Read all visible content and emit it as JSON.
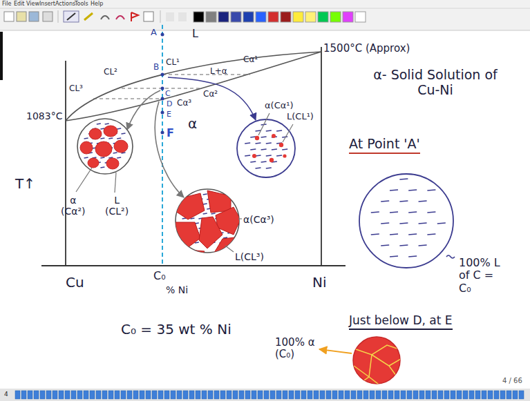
{
  "diagram": {
    "labels": [
      "File",
      "Edit",
      "View",
      "Insert",
      "Actions",
      "Tools",
      "Help",
      "A",
      "L",
      "1500°C (Approx)",
      "B",
      "CL¹",
      "Cα¹",
      "CL²",
      "CL³",
      "L+α",
      "Cα²",
      "C",
      "D",
      "Cα³",
      "E",
      "α",
      "F",
      "1083°C",
      "T↑",
      "α(Cα¹)",
      "L(CL¹)",
      "α (Cα²)",
      "L (CL²)",
      "α(Cα³)",
      "L(CL³)",
      "Cu",
      "C₀",
      "% Ni",
      "Ni",
      "C₀ = 35 wt % Ni",
      "α- Solid Solution of Cu-Ni",
      "At Point 'A'",
      "100% L of C = C₀",
      "Just below D, at E",
      "100% α (C₀)",
      "4 / 66",
      "4"
    ]
  }
}
